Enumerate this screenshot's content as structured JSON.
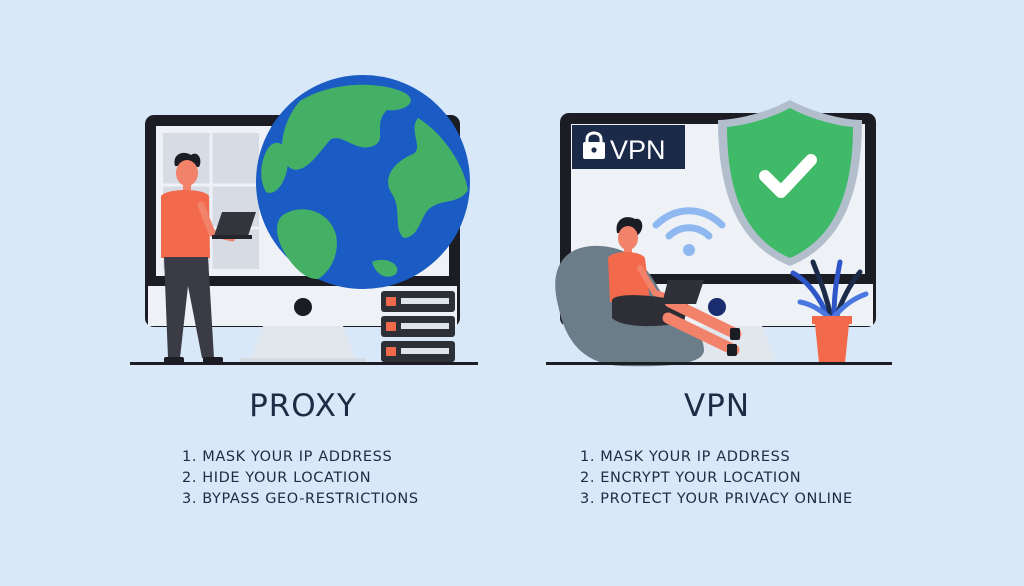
{
  "proxy": {
    "title": "PROXY",
    "points": [
      "1. MASK YOUR IP ADDRESS",
      "2. HIDE YOUR LOCATION",
      "3. BYPASS GEO-RESTRICTIONS"
    ]
  },
  "vpn": {
    "title": "VPN",
    "badge": "VPN",
    "points": [
      "1. MASK YOUR IP ADDRESS",
      "2. ENCRYPT YOUR LOCATION",
      "3. PROTECT YOUR PRIVACY ONLINE"
    ]
  },
  "colors": {
    "background": "#d8e8f8",
    "ocean": "#1a5cc4",
    "land": "#44b066",
    "shield": "#3fba68",
    "accent": "#f26a4b",
    "text": "#1f2a44"
  }
}
